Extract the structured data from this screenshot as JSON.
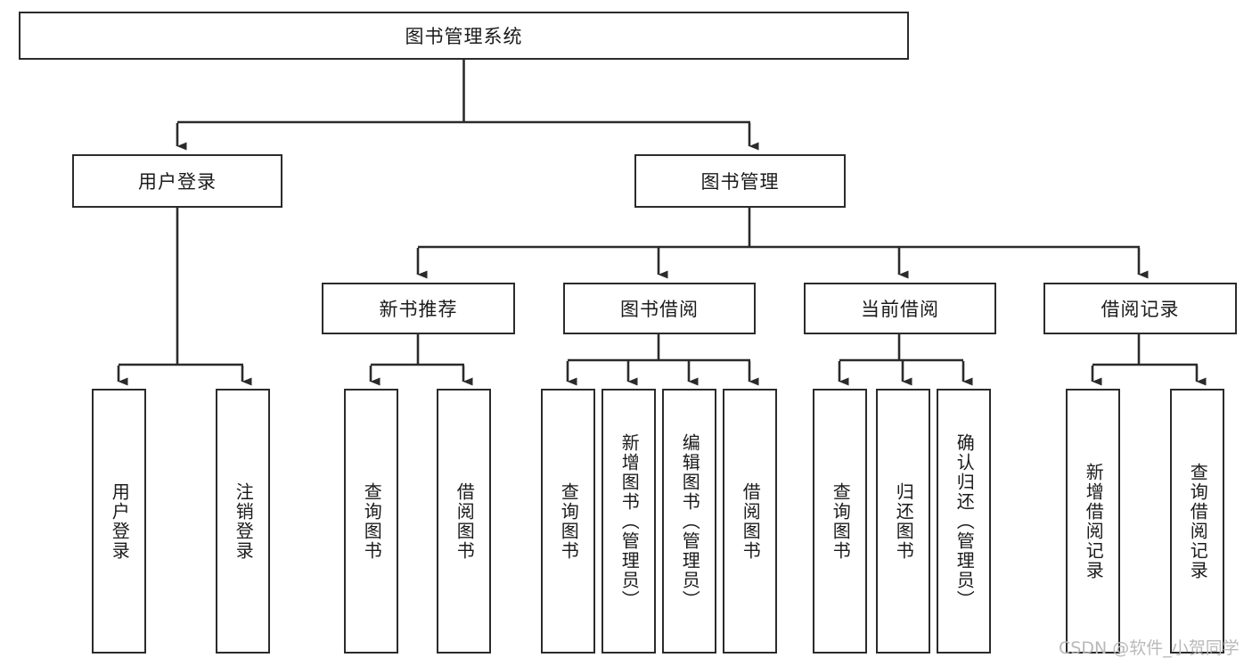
{
  "diagram": {
    "type": "tree",
    "title": "图书管理系统",
    "watermark": "CSDN @软件_小贺同学",
    "stroke_color": "#2b2b2b",
    "background_color": "#ffffff",
    "text_color": "#1b1b1b",
    "watermark_color": "#b9b9b9"
  },
  "root": {
    "label": "图书管理系统"
  },
  "level2": [
    {
      "label": "用户登录"
    },
    {
      "label": "图书管理"
    }
  ],
  "level3": [
    {
      "label": "新书推荐"
    },
    {
      "label": "图书借阅"
    },
    {
      "label": "当前借阅"
    },
    {
      "label": "借阅记录"
    }
  ],
  "leaves": {
    "user_login": [
      {
        "label": "用户登录"
      },
      {
        "label": "注销登录"
      }
    ],
    "new_book_recommend": [
      {
        "label": "查询图书"
      },
      {
        "label": "借阅图书"
      }
    ],
    "book_borrow": [
      {
        "label": "查询图书"
      },
      {
        "label": "新增图书（管理员）"
      },
      {
        "label": "编辑图书（管理员）"
      },
      {
        "label": "借阅图书"
      }
    ],
    "current_borrow": [
      {
        "label": "查询图书"
      },
      {
        "label": "归还图书"
      },
      {
        "label": "确认归还（管理员）"
      }
    ],
    "borrow_record": [
      {
        "label": "新增借阅记录"
      },
      {
        "label": "查询借阅记录"
      }
    ]
  }
}
